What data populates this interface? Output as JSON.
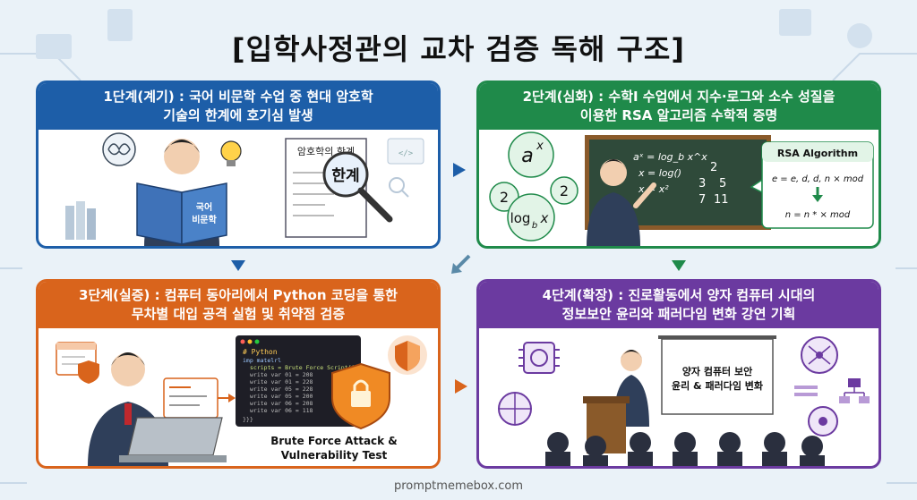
{
  "title": "[입학사정관의 교차 검증 독해 구조]",
  "footer": "promptmemebox.com",
  "panels": [
    {
      "line1": "1단계(계기) : 국어 비문학 수업 중 현대 암호학",
      "line2": "기술의 한계에 호기심 발생",
      "color": "#1d5ea8",
      "book_label_1": "국어",
      "book_label_2": "비문학",
      "doc_title": "암호학의 한계",
      "magnifier_text": "한계"
    },
    {
      "line1": "2단계(심화) : 수학Ⅰ 수업에서 지수·로그와 소수 성질을",
      "line2": "이용한 RSA 알고리즘 수학적 증명",
      "color": "#1f8a4a",
      "bubble_ax": "a",
      "bubble_ax_sup": "x",
      "bubble_2a": "2",
      "bubble_2b": "2",
      "bubble_log": "log",
      "bubble_log_sub": "b",
      "bubble_log_x": "x",
      "board_lines": [
        "aˣ = log_b x^x",
        "x = log()",
        "x = x²"
      ],
      "board_numbers": [
        "2",
        "3",
        "5",
        "7",
        "11"
      ],
      "rsa_title": "RSA Algorithm",
      "rsa_line1": "e = e, d, d, n × mod",
      "rsa_line2": "n = n * × mod"
    },
    {
      "line1": "3단계(실증) : 컴퓨터 동아리에서 Python 코딩을 통한",
      "line2": "무차별 대입 공격 실험 및 취약점 검증",
      "color": "#d9641c",
      "code_title": "# Python",
      "code_lines": [
        "imp matelrl",
        "scripts = Brute Force Script()",
        "write var 01 = 208",
        "write var 01 = 228",
        "write var 05 = 228",
        "write var 05 = 200",
        "write var 06 = 208",
        "write var 06 = 118",
        "}}}"
      ],
      "caption_1": "Brute Force Attack &",
      "caption_2": "Vulnerability Test"
    },
    {
      "line1": "4단계(확장) : 진로활동에서 양자 컴퓨터 시대의",
      "line2": "정보보안 윤리와 패러다임 변화 강연 기획",
      "color": "#6b3aa0",
      "screen_1": "양자 컴퓨터 보안",
      "screen_2": "윤리 & 패러다임 변화"
    }
  ]
}
